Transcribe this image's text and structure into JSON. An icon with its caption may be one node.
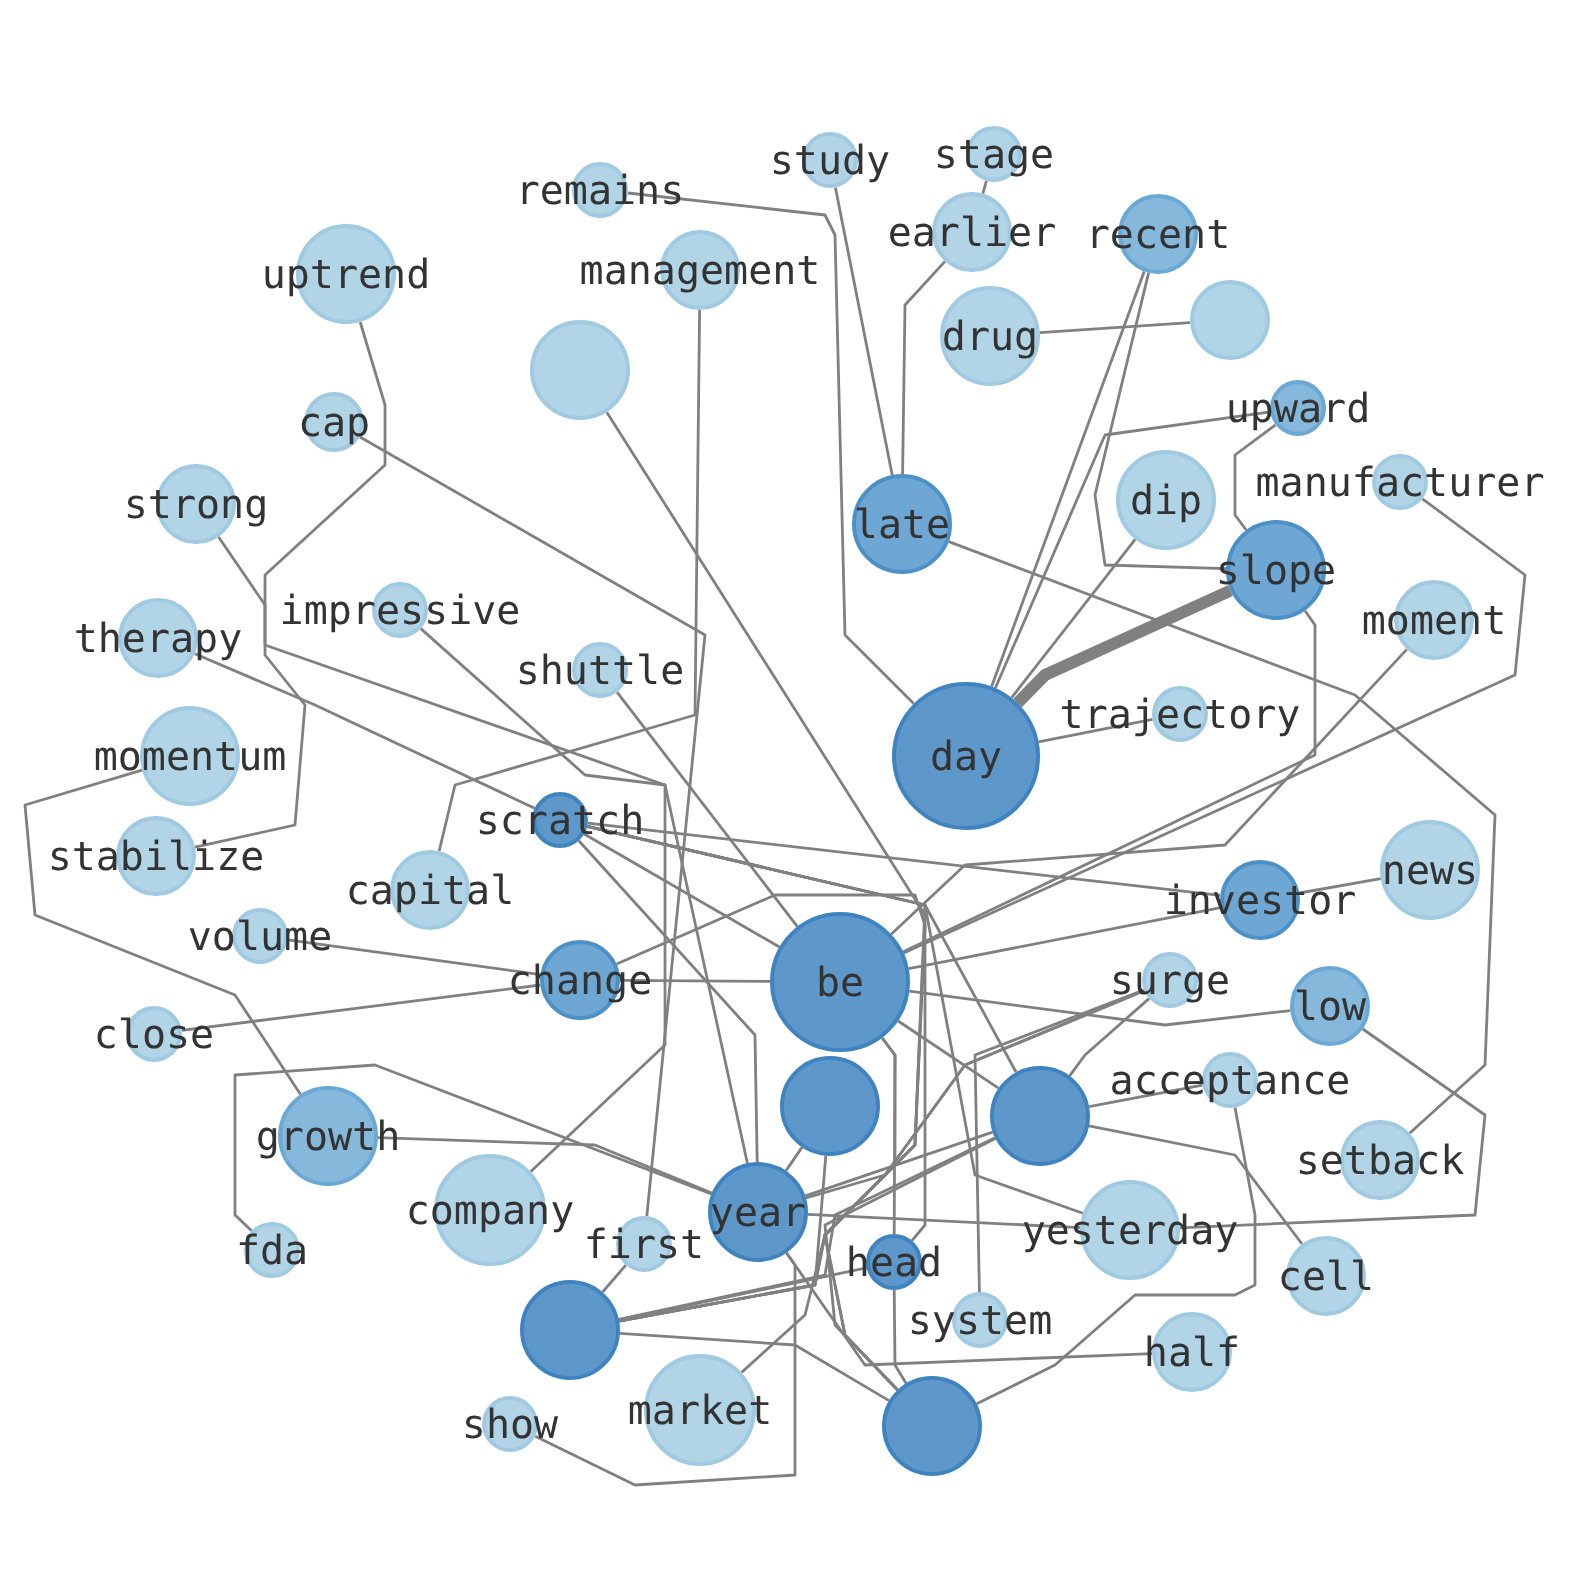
{
  "diagram": {
    "nodes": [
      {
        "text": [
          "stage"
        ]
      },
      {
        "text": [
          "study"
        ]
      },
      {
        "text": [
          "earlier"
        ]
      },
      {
        "text": [
          "recent"
        ]
      },
      {
        "text": [
          "management"
        ]
      },
      {
        "text": [
          "remains"
        ]
      },
      {
        "text": [
          "uptrend"
        ]
      },
      {
        "text": [],
        "shape": "circle"
      },
      {
        "text": [
          "drug"
        ]
      },
      {
        "text": [],
        "shape": "circle"
      },
      {
        "text": [
          "upward"
        ]
      },
      {
        "text": [
          "cap"
        ]
      },
      {
        "text": [
          "manufacturer"
        ]
      },
      {
        "text": [
          "dip"
        ]
      },
      {
        "text": [
          "strong"
        ]
      },
      {
        "text": [
          "late"
        ]
      },
      {
        "text": [
          "slope"
        ]
      },
      {
        "text": [
          "moment"
        ]
      },
      {
        "text": [
          "therapy"
        ]
      },
      {
        "text": [
          "impressive"
        ]
      },
      {
        "text": [
          "shuttle"
        ]
      },
      {
        "text": [
          "trajectory"
        ]
      },
      {
        "text": [
          "day"
        ]
      },
      {
        "text": [
          "momentum"
        ]
      },
      {
        "text": [
          "scratch"
        ]
      },
      {
        "text": [
          "stabilize"
        ]
      },
      {
        "text": [
          "capital"
        ]
      },
      {
        "text": [
          "volume"
        ]
      },
      {
        "text": [
          "news"
        ]
      },
      {
        "text": [
          "investor"
        ]
      },
      {
        "text": [
          "surge"
        ]
      },
      {
        "text": [
          "change"
        ]
      },
      {
        "text": [
          "be"
        ]
      },
      {
        "text": [
          "low"
        ]
      },
      {
        "text": [],
        "shape": "circle"
      },
      {
        "text": [
          "close"
        ]
      },
      {
        "text": [
          "acceptance"
        ]
      },
      {
        "text": [
          "setback"
        ]
      },
      {
        "text": [
          "growth"
        ]
      },
      {
        "text": [],
        "shape": "circle"
      },
      {
        "text": [
          "yesterday"
        ]
      },
      {
        "text": [
          "company"
        ]
      },
      {
        "text": [
          "year"
        ]
      },
      {
        "text": [
          "system"
        ]
      },
      {
        "text": [
          "fda"
        ]
      },
      {
        "text": [
          "first"
        ]
      },
      {
        "text": [
          "head"
        ]
      },
      {
        "text": [
          "cell"
        ]
      },
      {
        "text": [],
        "shape": "circle"
      },
      {
        "text": [
          "market"
        ]
      },
      {
        "text": [
          "half"
        ]
      },
      {
        "text": [
          "show"
        ]
      },
      {
        "text": [],
        "shape": "circle"
      }
    ],
    "edges": [
      {
        "from": 1,
        "to": 15,
        "arrow": "none"
      },
      {
        "from": 0,
        "to": 2,
        "arrow": "none"
      },
      {
        "from": 2,
        "to": 15,
        "arrow": "none"
      },
      {
        "from": 8,
        "to": 7,
        "arrow": "none"
      },
      {
        "from": 3,
        "to": 22,
        "arrow": "none"
      },
      {
        "from": 3,
        "to": 16,
        "arrow": "none"
      },
      {
        "from": 10,
        "to": 16,
        "arrow": "none"
      },
      {
        "from": 10,
        "to": 22,
        "arrow": "none"
      },
      {
        "from": 13,
        "to": 22,
        "arrow": "none"
      },
      {
        "from": 16,
        "to": 22,
        "arrow": "none",
        "style": "thick"
      },
      {
        "from": 12,
        "to": 32,
        "arrow": "none"
      },
      {
        "from": 17,
        "to": 32,
        "arrow": "none"
      },
      {
        "from": 15,
        "to": 37,
        "arrow": "none"
      },
      {
        "from": 5,
        "to": 22,
        "arrow": "none"
      },
      {
        "from": 4,
        "to": 26,
        "arrow": "none"
      },
      {
        "from": 9,
        "to": 48,
        "arrow": "none"
      },
      {
        "from": 21,
        "to": 22,
        "arrow": "none"
      },
      {
        "from": 6,
        "to": 25,
        "arrow": "none"
      },
      {
        "from": 11,
        "to": 45,
        "arrow": "none"
      },
      {
        "from": 19,
        "to": 42,
        "arrow": "none"
      },
      {
        "from": 20,
        "to": 32,
        "arrow": "none"
      },
      {
        "from": 14,
        "to": 41,
        "arrow": "none"
      },
      {
        "from": 18,
        "to": 24,
        "arrow": "none"
      },
      {
        "from": 23,
        "to": 38,
        "arrow": "none"
      },
      {
        "from": 27,
        "to": 31,
        "arrow": "none"
      },
      {
        "from": 35,
        "to": 31,
        "arrow": "none"
      },
      {
        "from": 31,
        "to": 32,
        "arrow": "none"
      },
      {
        "from": 32,
        "to": 33,
        "arrow": "none"
      },
      {
        "from": 29,
        "to": 28,
        "arrow": "none"
      },
      {
        "from": 29,
        "to": 32,
        "arrow": "none"
      },
      {
        "from": 24,
        "to": 29,
        "arrow": "none"
      },
      {
        "from": 24,
        "to": 32,
        "arrow": "none"
      },
      {
        "from": 24,
        "to": 39,
        "arrow": "none"
      },
      {
        "from": 24,
        "to": 40,
        "arrow": "none"
      },
      {
        "from": 24,
        "to": 46,
        "arrow": "none"
      },
      {
        "from": 24,
        "to": 42,
        "arrow": "none"
      },
      {
        "from": 24,
        "to": 52,
        "arrow": "none"
      },
      {
        "from": 31,
        "to": 49,
        "arrow": "none"
      },
      {
        "from": 30,
        "to": 42,
        "arrow": "none"
      },
      {
        "from": 30,
        "to": 39,
        "arrow": "none"
      },
      {
        "from": 30,
        "to": 43,
        "arrow": "none"
      },
      {
        "from": 30,
        "to": 48,
        "arrow": "none"
      },
      {
        "from": 36,
        "to": 39,
        "arrow": "none"
      },
      {
        "from": 36,
        "to": 52,
        "arrow": "none"
      },
      {
        "from": 33,
        "to": 40,
        "arrow": "none"
      },
      {
        "from": 47,
        "to": 39,
        "arrow": "none"
      },
      {
        "from": 50,
        "to": 42,
        "arrow": "none"
      },
      {
        "from": 46,
        "to": 52,
        "arrow": "none"
      },
      {
        "from": 39,
        "to": 52,
        "arrow": "none"
      },
      {
        "from": 48,
        "to": 52,
        "arrow": "none"
      },
      {
        "from": 32,
        "to": 52,
        "arrow": "none"
      },
      {
        "from": 32,
        "to": 46,
        "arrow": "none"
      },
      {
        "from": 32,
        "to": 39,
        "arrow": "none"
      },
      {
        "from": 42,
        "to": 39,
        "arrow": "none"
      },
      {
        "from": 42,
        "to": 44,
        "arrow": "none"
      },
      {
        "from": 38,
        "to": 42,
        "arrow": "none"
      },
      {
        "from": 48,
        "to": 39,
        "arrow": "none"
      },
      {
        "from": 51,
        "to": 42,
        "arrow": "none"
      },
      {
        "from": 48,
        "to": 45,
        "arrow": "none"
      },
      {
        "from": 32,
        "to": 16,
        "arrow": "none"
      },
      {
        "from": 34,
        "to": 48,
        "arrow": "none"
      },
      {
        "from": 34,
        "to": 42,
        "arrow": "none"
      },
      {
        "from": 46,
        "to": 48,
        "arrow": "none"
      },
      {
        "from": 42,
        "to": 40,
        "arrow": "none"
      }
    ]
  }
}
